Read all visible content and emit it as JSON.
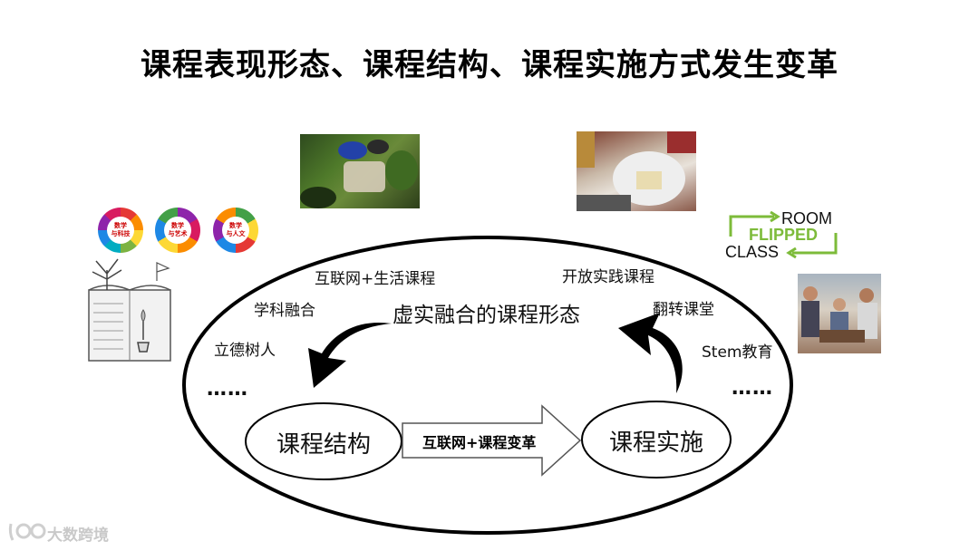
{
  "title": "课程表现形态、课程结构、课程实施方式发生变革",
  "diagram": {
    "center_label": "虚实融合的课程形态",
    "left_items": [
      "互联网+生活课程",
      "学科融合",
      "立德树人",
      "……"
    ],
    "right_items": [
      "开放实践课程",
      "翻转课堂",
      "Stem教育",
      "……"
    ],
    "node_left": "课程结构",
    "node_right": "课程实施",
    "arrow_label": "互联网+课程变革"
  },
  "badges": [
    {
      "line1": "数学",
      "line2": "与科技"
    },
    {
      "line1": "数学",
      "line2": "与艺术"
    },
    {
      "line1": "数学",
      "line2": "与人文"
    }
  ],
  "flipped_class": {
    "room": "ROOM",
    "flipped": "FLIPPED",
    "class": "CLASS"
  },
  "watermark": "大数跨境"
}
